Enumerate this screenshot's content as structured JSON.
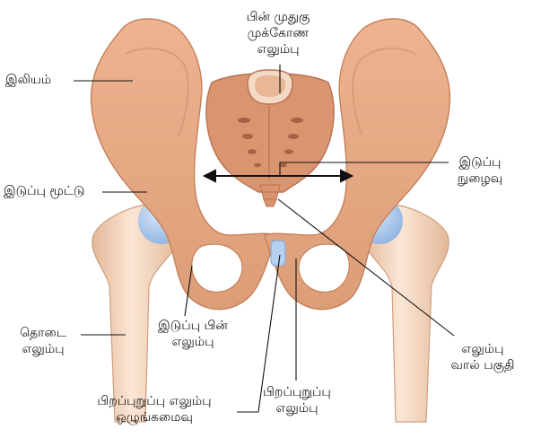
{
  "labels": {
    "sacrum": [
      "பின் முதுகு",
      "முக்கோண",
      "எலும்பு"
    ],
    "ilium": "இலியம்",
    "hip_joint": "இடுப்பு மூட்டு",
    "pelvic_inlet": [
      "இடுப்பு",
      "நுழைவு"
    ],
    "femur": [
      "தொடை",
      "எலும்பு"
    ],
    "ischium": [
      "இடுப்பு பின்",
      "எலும்பு"
    ],
    "coccyx": [
      "எலும்பு",
      "வால் பகுதி"
    ],
    "pubic_symphysis": [
      "பிறப்புறுப்பு எலும்பு",
      "ஒழுங்கமைவு"
    ],
    "pubis": [
      "பிறப்புறுப்பு",
      "எலும்பு"
    ]
  },
  "colors": {
    "bone": "#e3a682",
    "bone_dark": "#c98661",
    "femur": "#f3d6bf",
    "cartilage": "#a8c6ec",
    "line": "#111111"
  }
}
